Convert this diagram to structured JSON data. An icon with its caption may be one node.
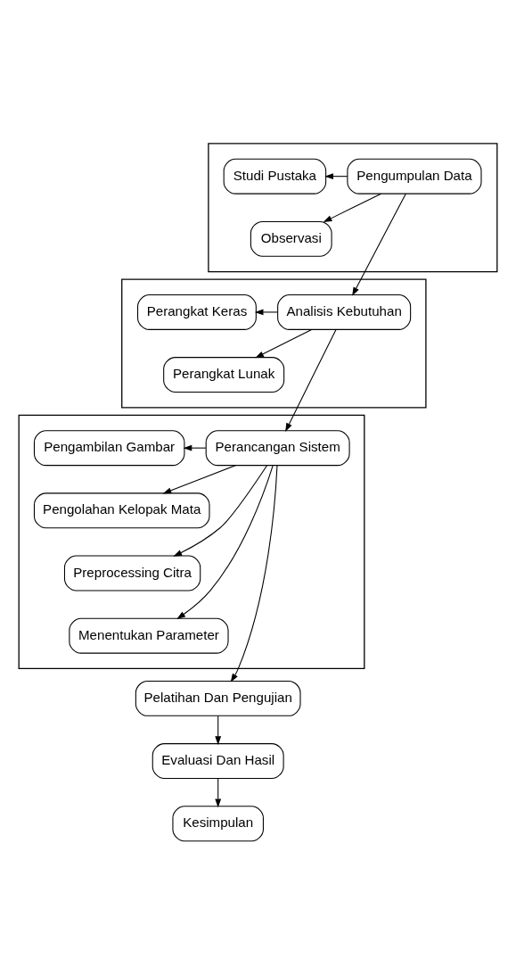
{
  "diagram": {
    "nodes": [
      {
        "text": [],
        "shape": "box"
      },
      {
        "text": [
          "Pengumpulan Data"
        ],
        "in": 0
      },
      {
        "text": [
          "Studi Pustaka"
        ],
        "in": 0
      },
      {
        "text": [
          "Observasi"
        ],
        "in": 0
      },
      {
        "text": [],
        "shape": "box"
      },
      {
        "text": [
          "Analisis Kebutuhan"
        ],
        "in": 4
      },
      {
        "text": [
          "Perangkat Keras"
        ],
        "in": 4
      },
      {
        "text": [
          "Perangkat Lunak"
        ],
        "in": 4
      },
      {
        "text": [],
        "shape": "box"
      },
      {
        "text": [
          "Perancangan Sistem"
        ],
        "in": 8
      },
      {
        "text": [
          "Pengambilan Gambar"
        ],
        "in": 8
      },
      {
        "text": [
          "Pengolahan Kelopak Mata"
        ],
        "in": 8
      },
      {
        "text": [
          "Preprocessing Citra"
        ],
        "in": 8
      },
      {
        "text": [
          "Menentukan Parameter"
        ],
        "in": 8
      },
      {
        "text": [
          "Pelatihan Dan Pengujian"
        ]
      },
      {
        "text": [
          "Evaluasi Dan Hasil"
        ]
      },
      {
        "text": [
          "Kesimpulan"
        ]
      }
    ],
    "edges": [
      {
        "from": 1,
        "to": 2,
        "arrow": "to"
      },
      {
        "from": 1,
        "to": 3,
        "arrow": "to"
      },
      {
        "from": 1,
        "to": 5,
        "arrow": "to"
      },
      {
        "from": 5,
        "to": 6,
        "arrow": "to"
      },
      {
        "from": 5,
        "to": 7,
        "arrow": "to"
      },
      {
        "from": 5,
        "to": 9,
        "arrow": "to"
      },
      {
        "from": 9,
        "to": 10,
        "arrow": "to"
      },
      {
        "from": 9,
        "to": 11,
        "arrow": "to"
      },
      {
        "from": 9,
        "to": 12,
        "arrow": "to"
      },
      {
        "from": 9,
        "to": 13,
        "arrow": "to"
      },
      {
        "from": 9,
        "to": 14,
        "arrow": "to"
      },
      {
        "from": 14,
        "to": 15,
        "arrow": "to"
      },
      {
        "from": 15,
        "to": 16,
        "arrow": "to"
      }
    ]
  }
}
